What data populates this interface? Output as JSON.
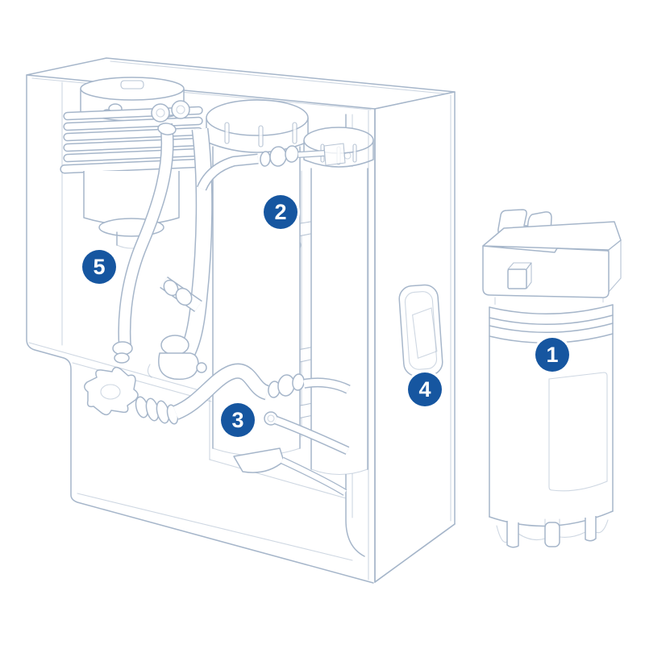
{
  "diagram": {
    "kind": "technical-line-illustration",
    "subject": "water purification system: open cabinet with internal components and separate filter cartridge"
  },
  "callouts": [
    {
      "label": "1",
      "part": "filter-cartridge"
    },
    {
      "label": "2",
      "part": "tank-outlet-fitting"
    },
    {
      "label": "3",
      "part": "hose-assembly"
    },
    {
      "label": "4",
      "part": "side-panel-handle"
    },
    {
      "label": "5",
      "part": "condenser-unit"
    }
  ],
  "colors": {
    "badge_fill": "#1656a0",
    "badge_text": "#ffffff",
    "line_art": "#a6b6ca",
    "background": "#ffffff"
  }
}
